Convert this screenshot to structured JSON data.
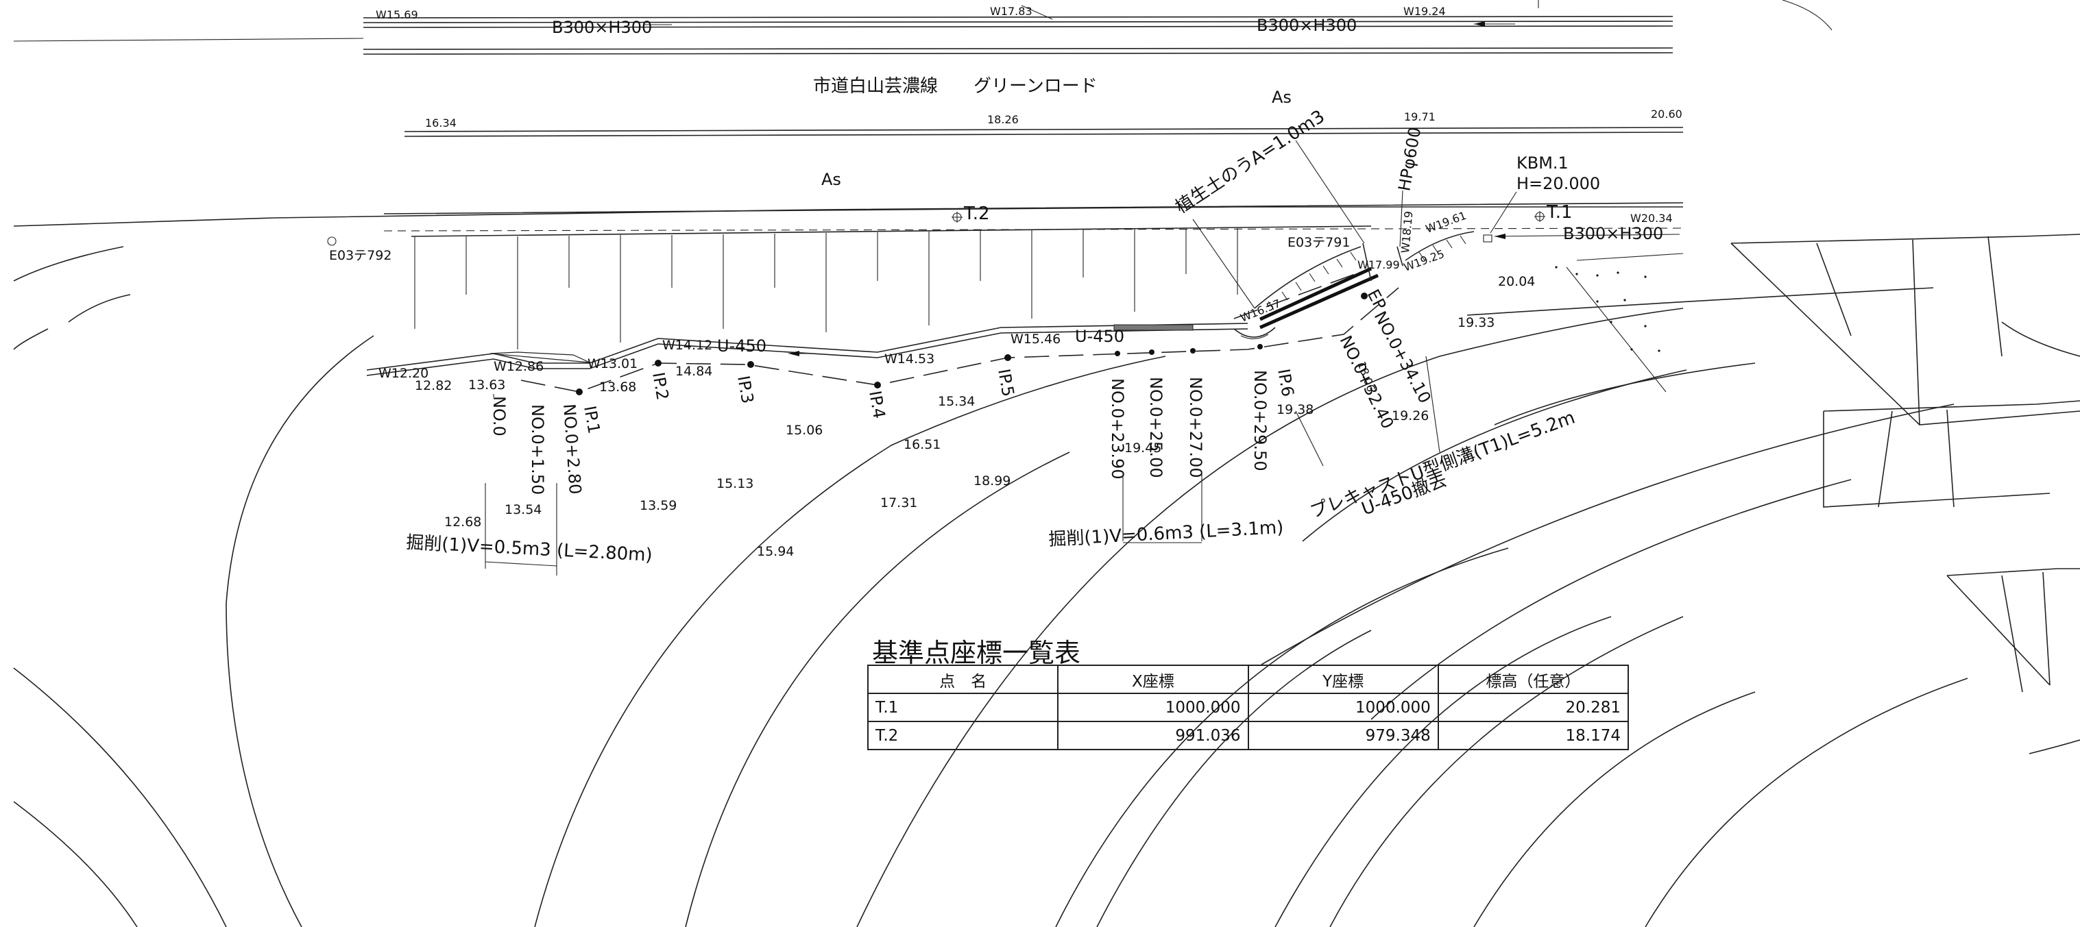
{
  "road": {
    "name": "市道白山芸濃線　　グリーンロード",
    "surface_top": "As",
    "surface_mid": "As"
  },
  "drains": {
    "upper_left": "B300×H300",
    "upper_right": "B300×H300",
    "right": "B300×H300",
    "u450": "U-450",
    "u450_b": "U-450",
    "hp": "HPφ600"
  },
  "benchmarks": {
    "t2": "T.2",
    "t1": "T.1",
    "kbm": "KBM.1",
    "kbm_h": "H=20.000",
    "e03_792": "E03テ792",
    "e03_791": "E03テ791"
  },
  "spot_elevations": {
    "w15_69": "W15.69",
    "w17_83": "W17.83",
    "w19_24": "W19.24",
    "e16_34": "16.34",
    "e18_26": "18.26",
    "e19_71": "19.71",
    "e20_60": "20.60",
    "w12_20": "W12.20",
    "e12_82": "12.82",
    "e13_63": "13.63",
    "w12_86": "W12.86",
    "w13_01": "W13.01",
    "e13_68": "13.68",
    "w14_12": "W14.12",
    "e14_84": "14.84",
    "w14_53": "W14.53",
    "w15_46": "W15.46",
    "e15_34": "15.34",
    "e15_06": "15.06",
    "e16_51": "16.51",
    "e15_13": "15.13",
    "e13_54": "13.54",
    "e13_59": "13.59",
    "e12_68": "12.68",
    "e17_31": "17.31",
    "e18_99": "18.99",
    "e15_94": "15.94",
    "e19_45": "19.45",
    "e19_38": "19.38",
    "e18_06": "18.06",
    "e19_26": "19.26",
    "e19_33": "19.33",
    "e20_04": "20.04",
    "w16_57": "W16.57",
    "w17_99": "W17.99",
    "w19_25": "W19.25",
    "w19_61": "W19.61",
    "w20_34": "W20.34",
    "w18_19": "W18.19"
  },
  "stations": {
    "no0": "NO.0",
    "no0_150": "NO.0+1.50",
    "no0_280": "NO.0+2.80",
    "ip1": "IP.1",
    "ip2": "IP.2",
    "ip3": "IP.3",
    "ip4": "IP.4",
    "ip5": "IP.5",
    "ip6": "IP.6",
    "no0_2390": "NO.0+23.90",
    "no0_2500": "NO.0+25.00",
    "no0_2700": "NO.0+27.00",
    "no0_2950": "NO.0+29.50",
    "no0_3240": "NO.0+32.40",
    "no0_3410": "NO.0+34.10",
    "ep": "EP"
  },
  "annotations": {
    "topsoil": "植生土のうA=1.0m3",
    "excavation1": "掘削(1)V=0.5m3 (L=2.80m)",
    "excavation2": "掘削(1)V=0.6m3 (L=3.1m)",
    "precast": "プレキャストU型側溝(T1)L=5.2m",
    "removal": "U-450撤去"
  },
  "table": {
    "title": "基準点座標一覧表",
    "headers": [
      "点　名",
      "X座標",
      "Y座標",
      "標高（任意）"
    ],
    "rows": [
      [
        "T.1",
        "1000.000",
        "1000.000",
        "20.281"
      ],
      [
        "T.2",
        "991.036",
        "979.348",
        "18.174"
      ]
    ]
  }
}
